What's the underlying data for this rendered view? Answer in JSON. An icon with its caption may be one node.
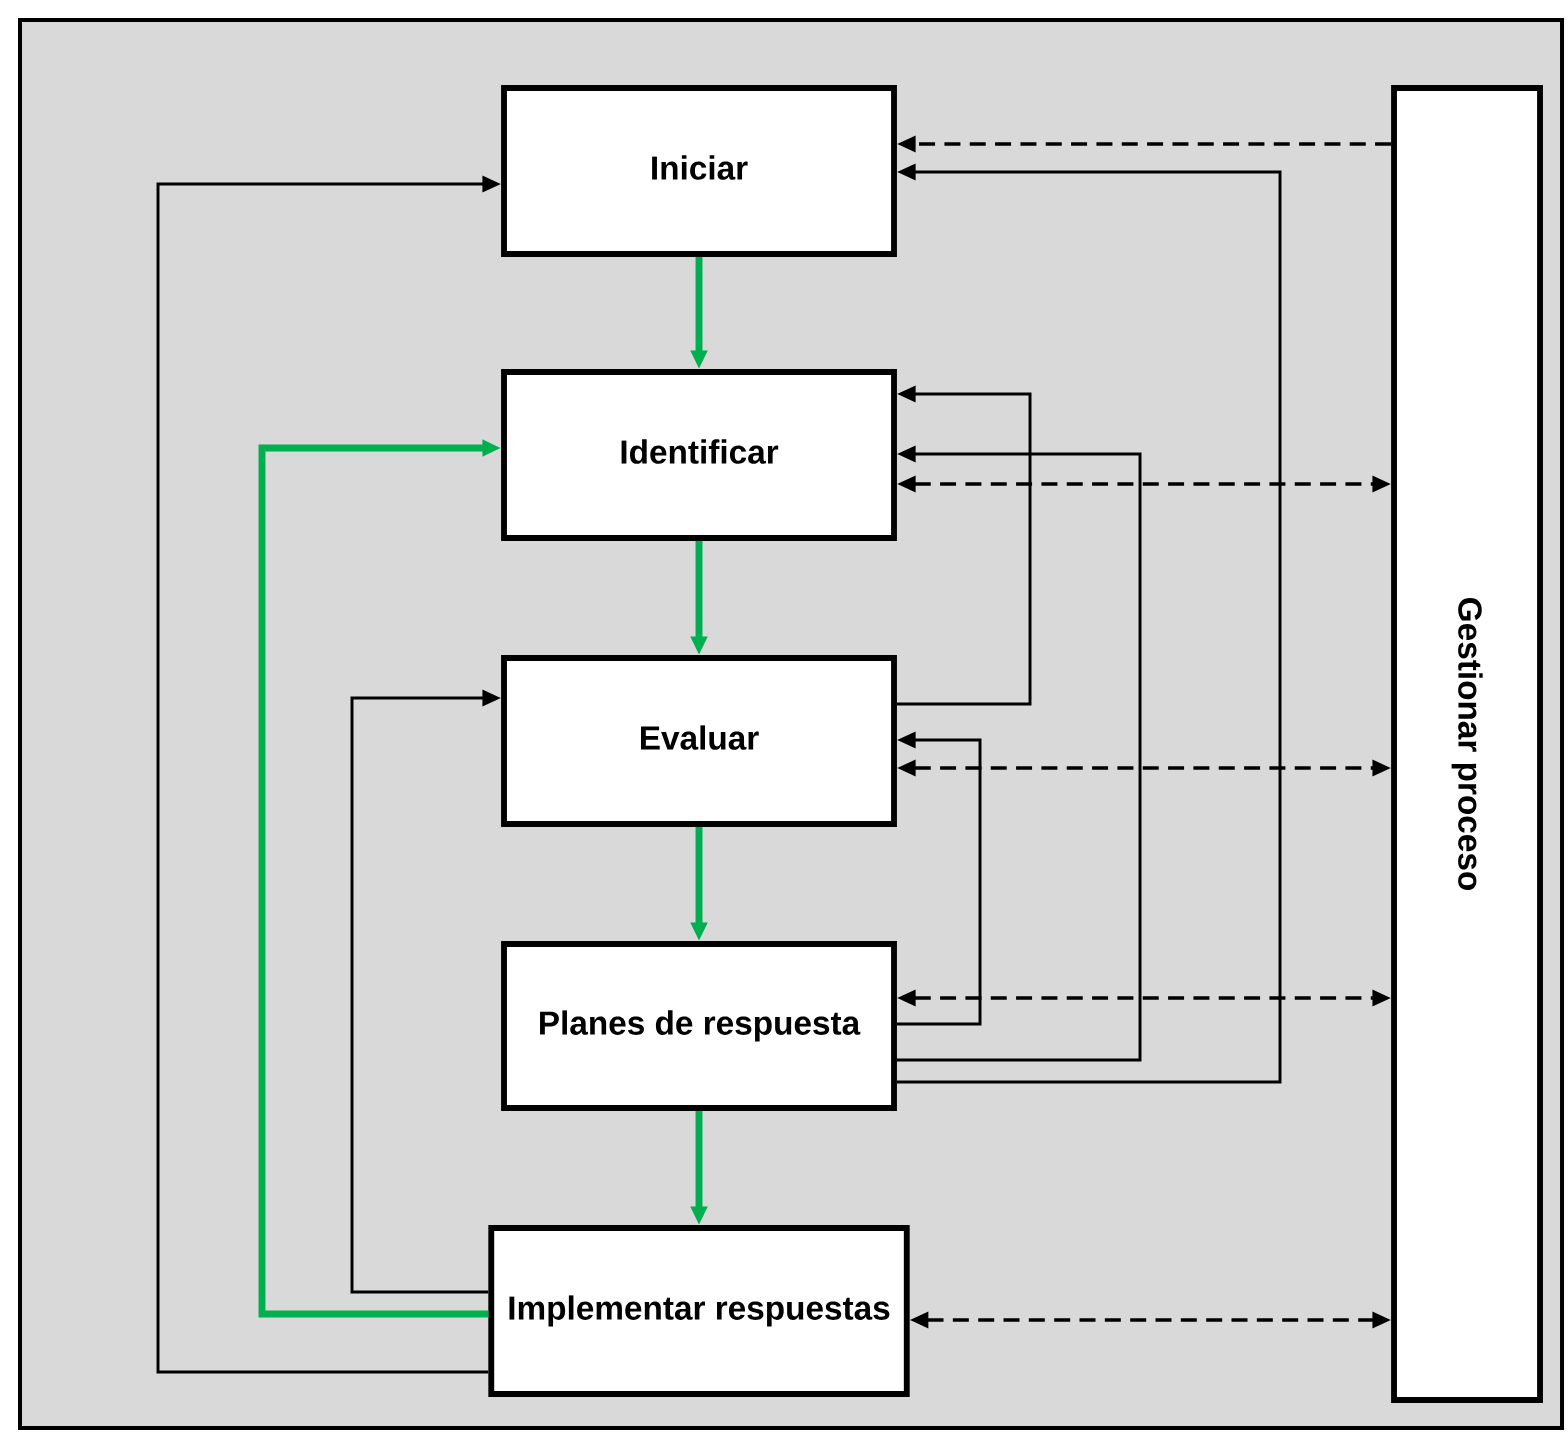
{
  "diagram": {
    "nodes": [
      {
        "text": [
          "Iniciar"
        ]
      },
      {
        "text": [
          "Identificar"
        ]
      },
      {
        "text": [
          "Evaluar"
        ]
      },
      {
        "text": [
          "Planes de respuesta"
        ]
      },
      {
        "text": [
          "Implementar respuestas"
        ]
      },
      {
        "text": [
          "Gestionar proceso"
        ]
      }
    ],
    "edges": [
      {
        "from": 0,
        "to": 1,
        "arrow": "to",
        "style": "thick",
        "color": "#00b050"
      },
      {
        "from": 1,
        "to": 2,
        "arrow": "to",
        "style": "thick",
        "color": "#00b050"
      },
      {
        "from": 2,
        "to": 3,
        "arrow": "to",
        "style": "thick",
        "color": "#00b050"
      },
      {
        "from": 3,
        "to": 4,
        "arrow": "to",
        "style": "thick",
        "color": "#00b050"
      },
      {
        "from": 4,
        "to": 1,
        "arrow": "to",
        "style": "thick",
        "color": "#00b050"
      },
      {
        "from": 4,
        "to": 0,
        "arrow": "to"
      },
      {
        "from": 4,
        "to": 2,
        "arrow": "to"
      },
      {
        "from": 2,
        "to": 1,
        "arrow": "to"
      },
      {
        "from": 3,
        "to": 2,
        "arrow": "to"
      },
      {
        "from": 3,
        "to": 1,
        "arrow": "to"
      },
      {
        "from": 3,
        "to": 0,
        "arrow": "to"
      },
      {
        "from": 5,
        "to": 0,
        "arrow": "to",
        "style": "dashed"
      },
      {
        "from": 1,
        "to": 5,
        "arrow": "both",
        "style": "dashed"
      },
      {
        "from": 2,
        "to": 5,
        "arrow": "both",
        "style": "dashed"
      },
      {
        "from": 3,
        "to": 5,
        "arrow": "both",
        "style": "dashed"
      },
      {
        "from": 4,
        "to": 5,
        "arrow": "both",
        "style": "dashed"
      }
    ]
  }
}
